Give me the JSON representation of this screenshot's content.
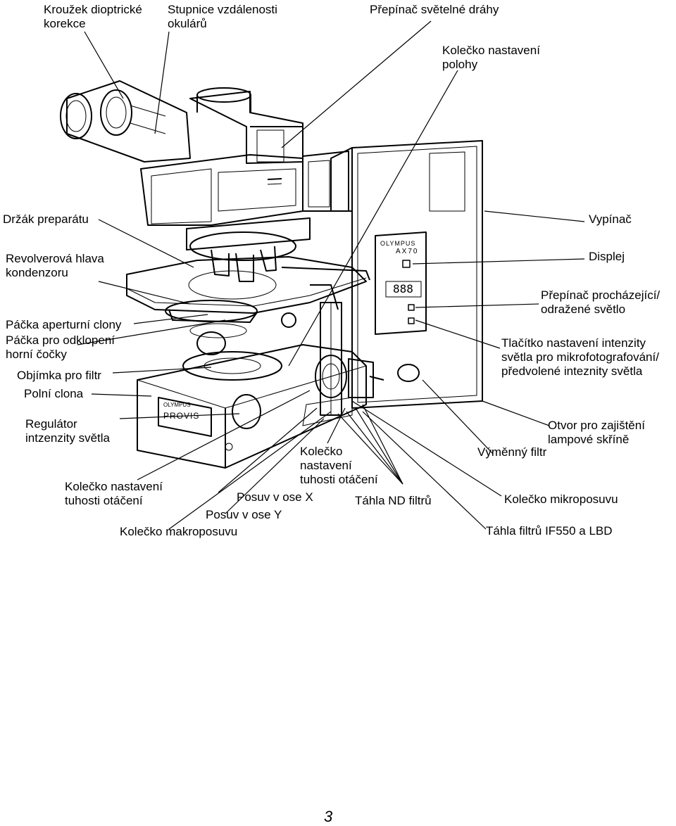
{
  "labels": {
    "kruzek": "Kroužek dioptrické\nkorekce",
    "stupnice": "Stupnice vzdálenosti\nokulárů",
    "prepinac_drahy": "Přepínač světelné dráhy",
    "kolecko_polohy": "Kolečko nastavení\npolohy",
    "drzak": "Držák preparátu",
    "revolverova": "Revolverová hlava\nkondenzoru",
    "packa_clony": "Páčka aperturní clony",
    "packa_cocky": "Páčka pro odklopení\nhorní čočky",
    "objimka": "Objímka pro filtr",
    "polni_clona": "Polní clona",
    "regulator": "Regulátor\nintzenzity světla",
    "kolecko_tuhosti_left": "Kolečko nastavení\ntuhosti otáčení",
    "kolecko_tuhosti_mid": "Kolečko\nnastavení\ntuhosti otáčení",
    "posuv_x": "Posuv v ose X",
    "posuv_y": "Posuv v ose Y",
    "makroposuv": "Kolečko makroposuvu",
    "tahla_nd": "Táhla ND filtrů",
    "vypinac": "Vypínač",
    "displej": "Displej",
    "prepinac_prochazejici": "Přepínač procházející/\nodražené světlo",
    "tlacitko": "Tlačítko nastavení intenzity\nsvětla pro mikrofotografování/\npředvolené inteznity světla",
    "otvor": "Otvor pro zajištění\nlampové skříně",
    "vymenny": "Výměnný filtr",
    "mikroposuv": "Kolečko mikroposuvu",
    "tahla_if": "Táhla filtrů IF550 a LBD"
  },
  "device": {
    "brand": "OLYMPUS",
    "model": "AX70",
    "base_brand": "OLYMPUS",
    "base_model": "PROVIS",
    "display_digits": "888"
  },
  "page_number": "3"
}
